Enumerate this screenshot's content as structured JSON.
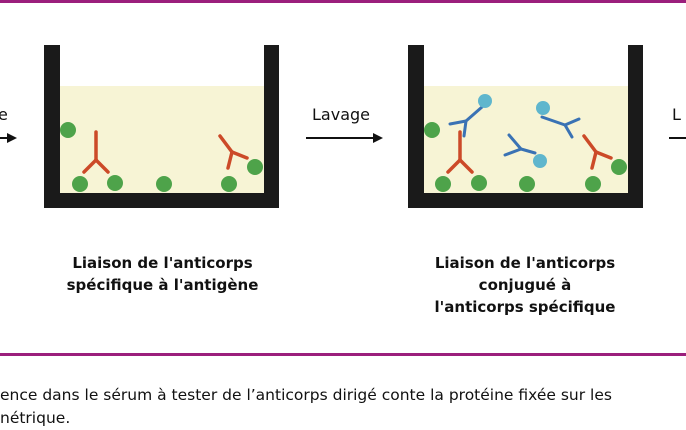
{
  "colors": {
    "rule": "#9b1f7c",
    "well_wall": "#1a1a1a",
    "well_fill": "#f7f4d5",
    "antigen": "#4ea34a",
    "specific_antibody": "#cc4a28",
    "conjugated_antibody": "#3a72b4",
    "enzyme": "#5fb6cd",
    "arrow": "#111111"
  },
  "steps": {
    "left_label": "e",
    "middle_label": "Lavage",
    "right_label": "L"
  },
  "panels": [
    {
      "caption_lines": [
        "Liaison de l'anticorps",
        "spécifique à l'antigène"
      ],
      "elements": [
        "antigen",
        "specific-antibody"
      ]
    },
    {
      "caption_lines": [
        "Liaison de l'anticorps",
        "conjugué à",
        "l'anticorps spécifique"
      ],
      "elements": [
        "antigen",
        "specific-antibody",
        "conjugated-antibody",
        "enzyme"
      ]
    }
  ],
  "footnote": {
    "line1": "ence dans le sérum à tester de l’anticorps dirigé conte la protéine fixée sur les",
    "line2": "nétrique."
  }
}
